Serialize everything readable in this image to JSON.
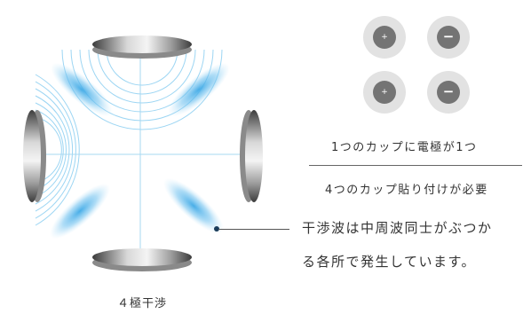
{
  "diagram": {
    "caption": "４極干渉"
  },
  "cups": [
    {
      "symbol": "+"
    },
    {
      "symbol": "−"
    },
    {
      "symbol": "+"
    },
    {
      "symbol": "−"
    }
  ],
  "notes": {
    "line1": "1つのカップに電極が1つ",
    "line2": "4つのカップ貼り付けが必要",
    "description_line1": "干渉波は中周波同士がぶつか",
    "description_line2": "る各所で発生しています。"
  },
  "colors": {
    "interference": "#3ea9e6",
    "wave": "#7cc8ef",
    "cup_ring": "#e2e2e2",
    "cup_center": "#747474"
  }
}
